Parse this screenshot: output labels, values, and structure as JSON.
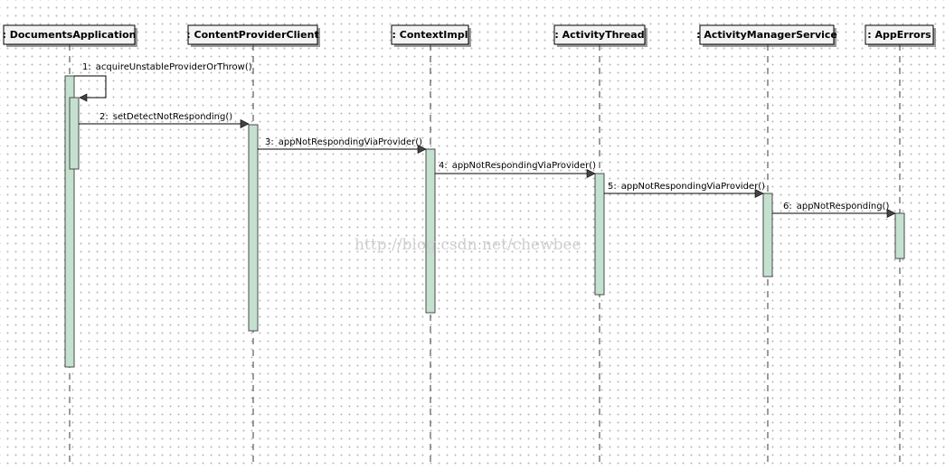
{
  "lifelines": [
    {
      "id": "documents-application",
      "title": ": DocumentsApplication"
    },
    {
      "id": "content-provider-client",
      "title": ": ContentProviderClient"
    },
    {
      "id": "context-impl",
      "title": ": ContextImpl"
    },
    {
      "id": "activity-thread",
      "title": ": ActivityThread"
    },
    {
      "id": "activity-manager-service",
      "title": ": ActivityManagerService"
    },
    {
      "id": "app-errors",
      "title": ": AppErrors"
    }
  ],
  "messages": [
    {
      "seq": "1:",
      "label": "acquireUnstableProviderOrThrow()",
      "from": 0,
      "to": 0
    },
    {
      "seq": "2:",
      "label": "setDetectNotResponding()",
      "from": 0,
      "to": 1
    },
    {
      "seq": "3:",
      "label": "appNotRespondingViaProvider()",
      "from": 1,
      "to": 2
    },
    {
      "seq": "4:",
      "label": "appNotRespondingViaProvider()",
      "from": 2,
      "to": 3
    },
    {
      "seq": "5:",
      "label": "appNotRespondingViaProvider()",
      "from": 3,
      "to": 4
    },
    {
      "seq": "6:",
      "label": "appNotResponding()",
      "from": 4,
      "to": 5
    }
  ],
  "watermark": "http://blog.csdn.net/chewbee",
  "colors": {
    "activation": "#c4e1cf",
    "header": "#f3f3f3"
  }
}
